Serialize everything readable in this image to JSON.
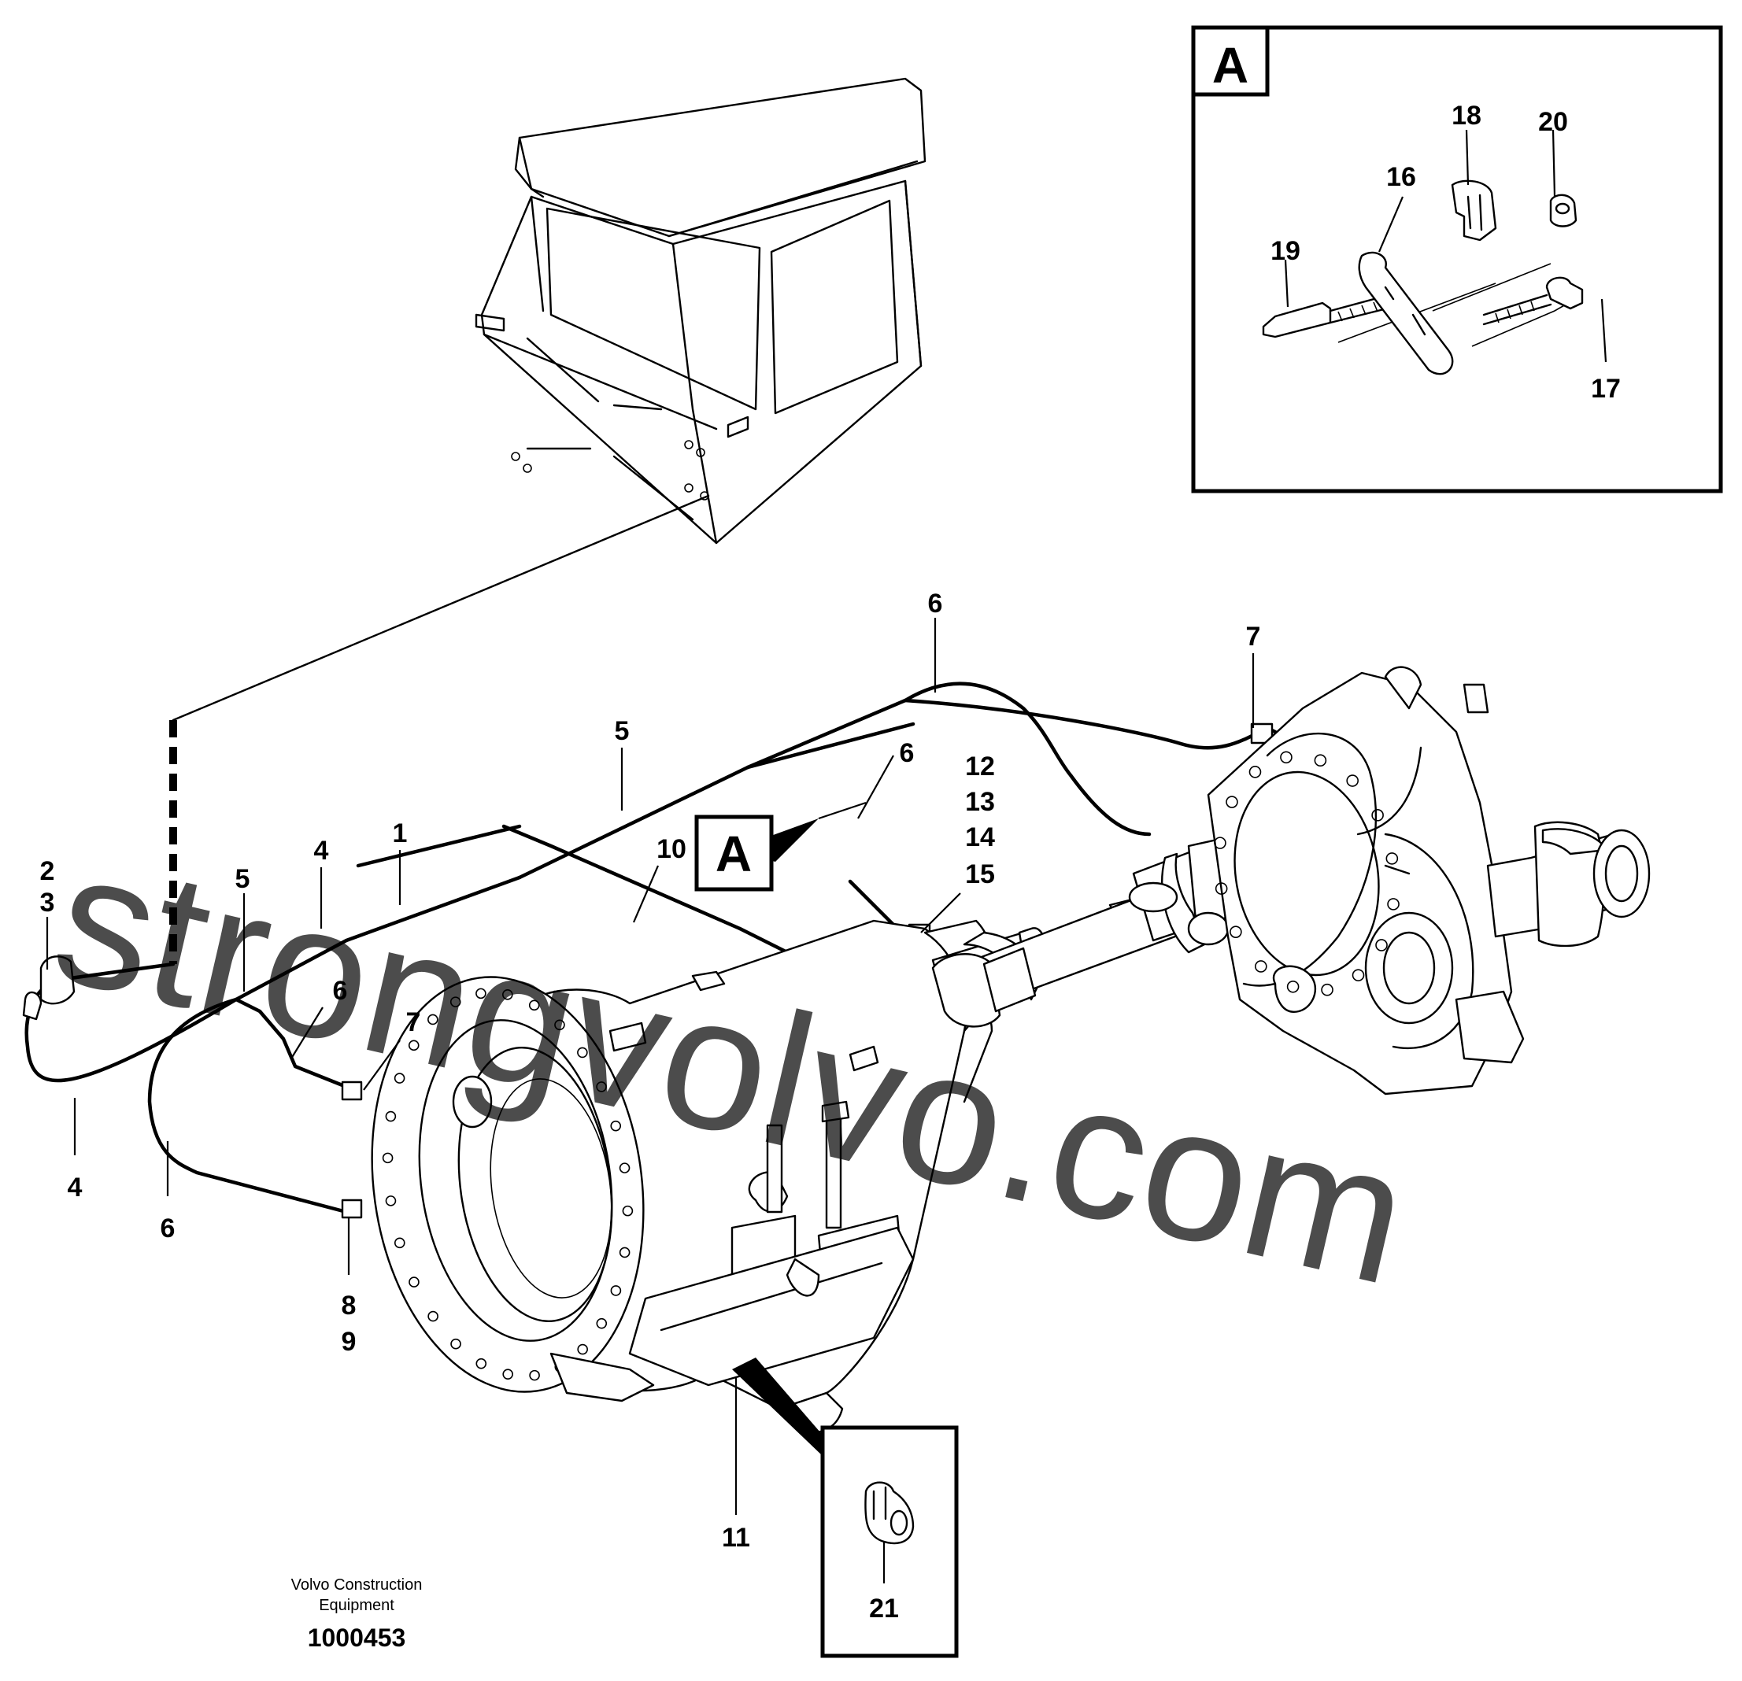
{
  "callouts": {
    "n1": "1",
    "n2": "2",
    "n3": "3",
    "n4a": "4",
    "n4b": "4",
    "n5a": "5",
    "n5b": "5",
    "n6a": "6",
    "n6b": "6",
    "n6c": "6",
    "n6d": "6",
    "n7a": "7",
    "n7b": "7",
    "n8": "8",
    "n9": "9",
    "n10": "10",
    "n11": "11",
    "n12": "12",
    "n13": "13",
    "n14": "14",
    "n15": "15",
    "n16": "16",
    "n17": "17",
    "n18": "18",
    "n19": "19",
    "n20": "20",
    "n21": "21"
  },
  "detail": {
    "badge_main": "A",
    "badge_inset": "A"
  },
  "footer": {
    "company_line1": "Volvo Construction",
    "company_line2": "Equipment",
    "drawing_number": "1000453"
  },
  "watermark": "strongvolvo.com"
}
